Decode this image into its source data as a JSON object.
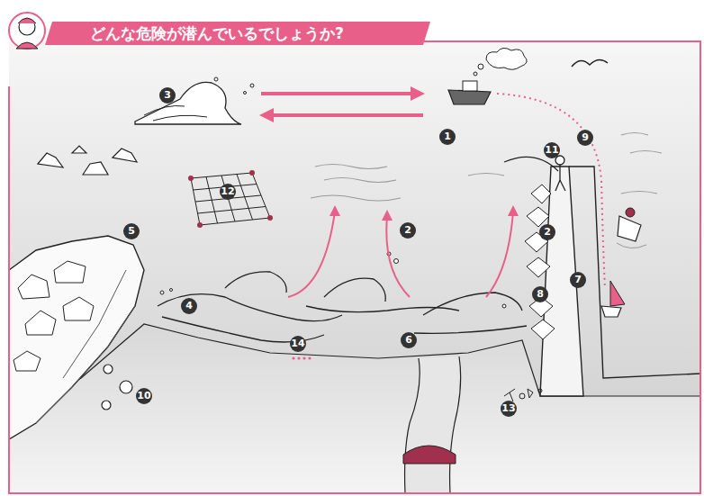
{
  "diagram": {
    "title": "どんな危険が潜んでいるでしょうか?",
    "labels": [
      "3",
      "1",
      "9",
      "11",
      "12",
      "5",
      "2",
      "2",
      "7",
      "8",
      "4",
      "6",
      "14",
      "10",
      "13"
    ]
  }
}
